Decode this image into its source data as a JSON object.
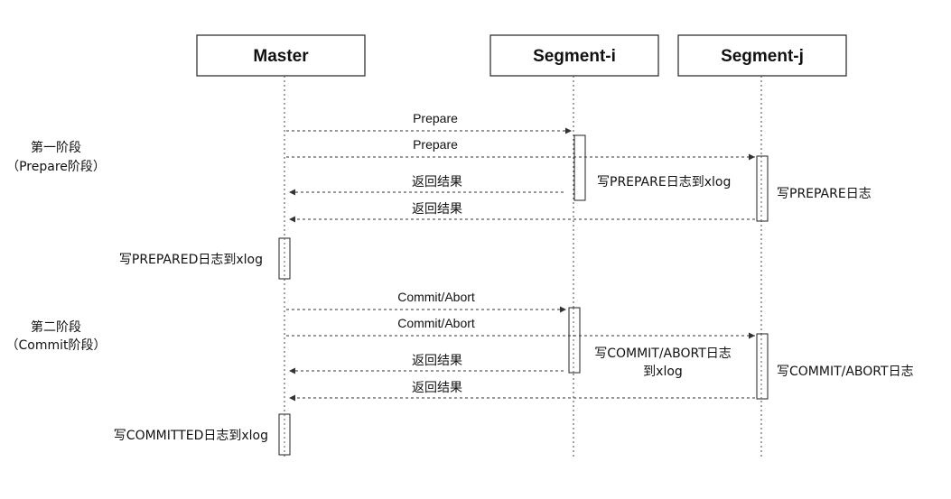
{
  "participants": {
    "master": "Master",
    "segment_i": "Segment-i",
    "segment_j": "Segment-j"
  },
  "phases": {
    "phase1": {
      "title": "第一阶段",
      "subtitle": "（Prepare阶段）"
    },
    "phase2": {
      "title": "第二阶段",
      "subtitle": "（Commit阶段）"
    }
  },
  "messages": {
    "prepare_to_i": "Prepare",
    "prepare_to_j": "Prepare",
    "result_from_i_1": "返回结果",
    "result_from_j_1": "返回结果",
    "commit_to_i": "Commit/Abort",
    "commit_to_j": "Commit/Abort",
    "result_from_i_2": "返回结果",
    "result_from_j_2": "返回结果"
  },
  "notes": {
    "seg_i_prepare": "写PREPARE日志到xlog",
    "seg_j_prepare": "写PREPARE日志",
    "master_prepared": "写PREPARED日志到xlog",
    "seg_i_commit_line1": "写COMMIT/ABORT日志",
    "seg_i_commit_line2": "到xlog",
    "seg_j_commit": "写COMMIT/ABORT日志",
    "master_committed": "写COMMITTED日志到xlog"
  },
  "colors": {
    "line": "#333333",
    "box_border": "#222222",
    "background": "#ffffff"
  }
}
